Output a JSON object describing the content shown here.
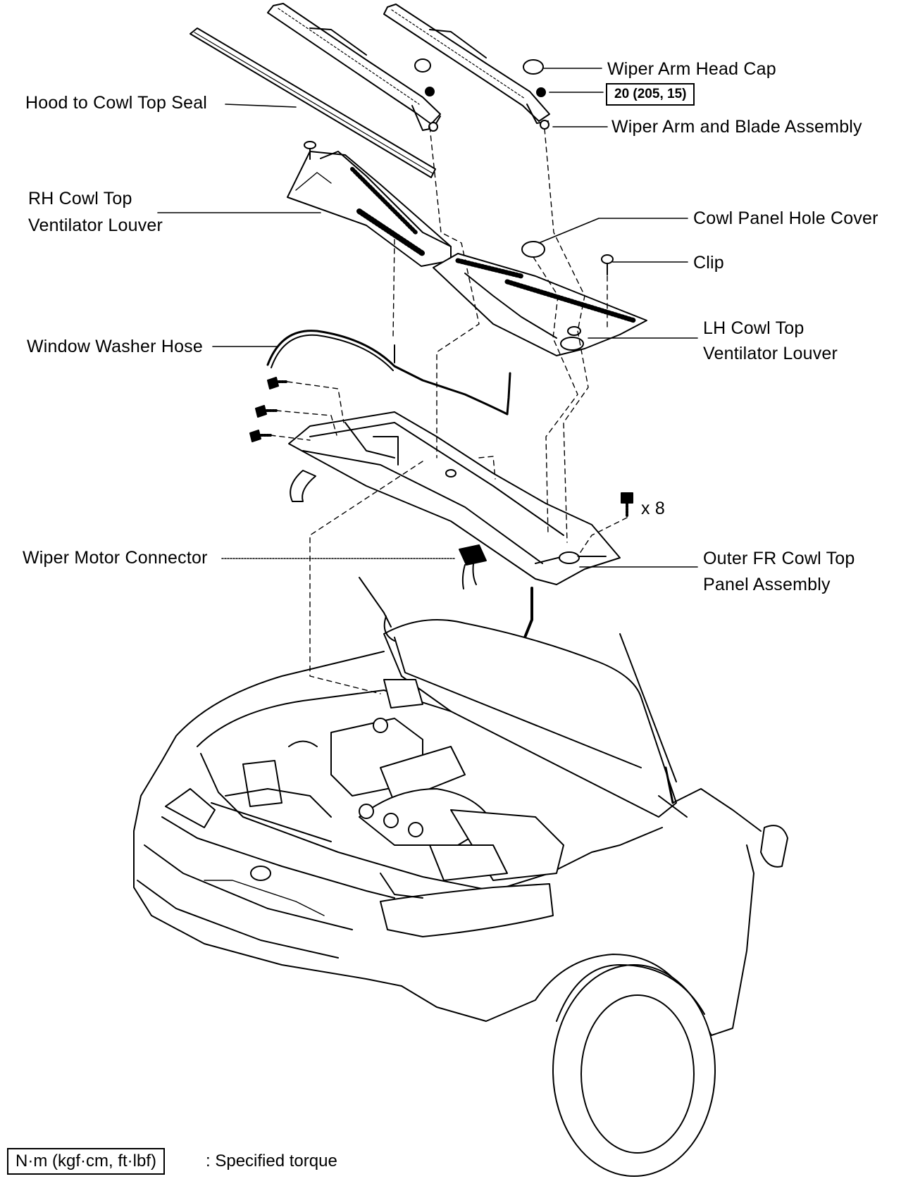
{
  "labels": {
    "wiper_arm_head_cap": "Wiper Arm Head Cap",
    "hood_to_cowl_top_seal": "Hood to Cowl Top Seal",
    "wiper_arm_and_blade_assembly": "Wiper Arm and Blade Assembly",
    "rh_cowl_top_line1": "RH Cowl Top",
    "rh_cowl_top_line2": "Ventilator Louver",
    "cowl_panel_hole_cover": "Cowl Panel Hole Cover",
    "clip": "Clip",
    "window_washer_hose": "Window Washer Hose",
    "lh_cowl_top_line1": "LH Cowl Top",
    "lh_cowl_top_line2": "Ventilator Louver",
    "bolt_count": "x 8",
    "wiper_motor_connector": "Wiper Motor Connector",
    "outer_fr_cowl_line1": "Outer FR Cowl Top",
    "outer_fr_cowl_line2": "Panel Assembly"
  },
  "torque": {
    "value": "20 (205, 15)"
  },
  "legend": {
    "unit_box": "N·m (kgf·cm, ft·lbf)",
    "description": ": Specified torque"
  }
}
